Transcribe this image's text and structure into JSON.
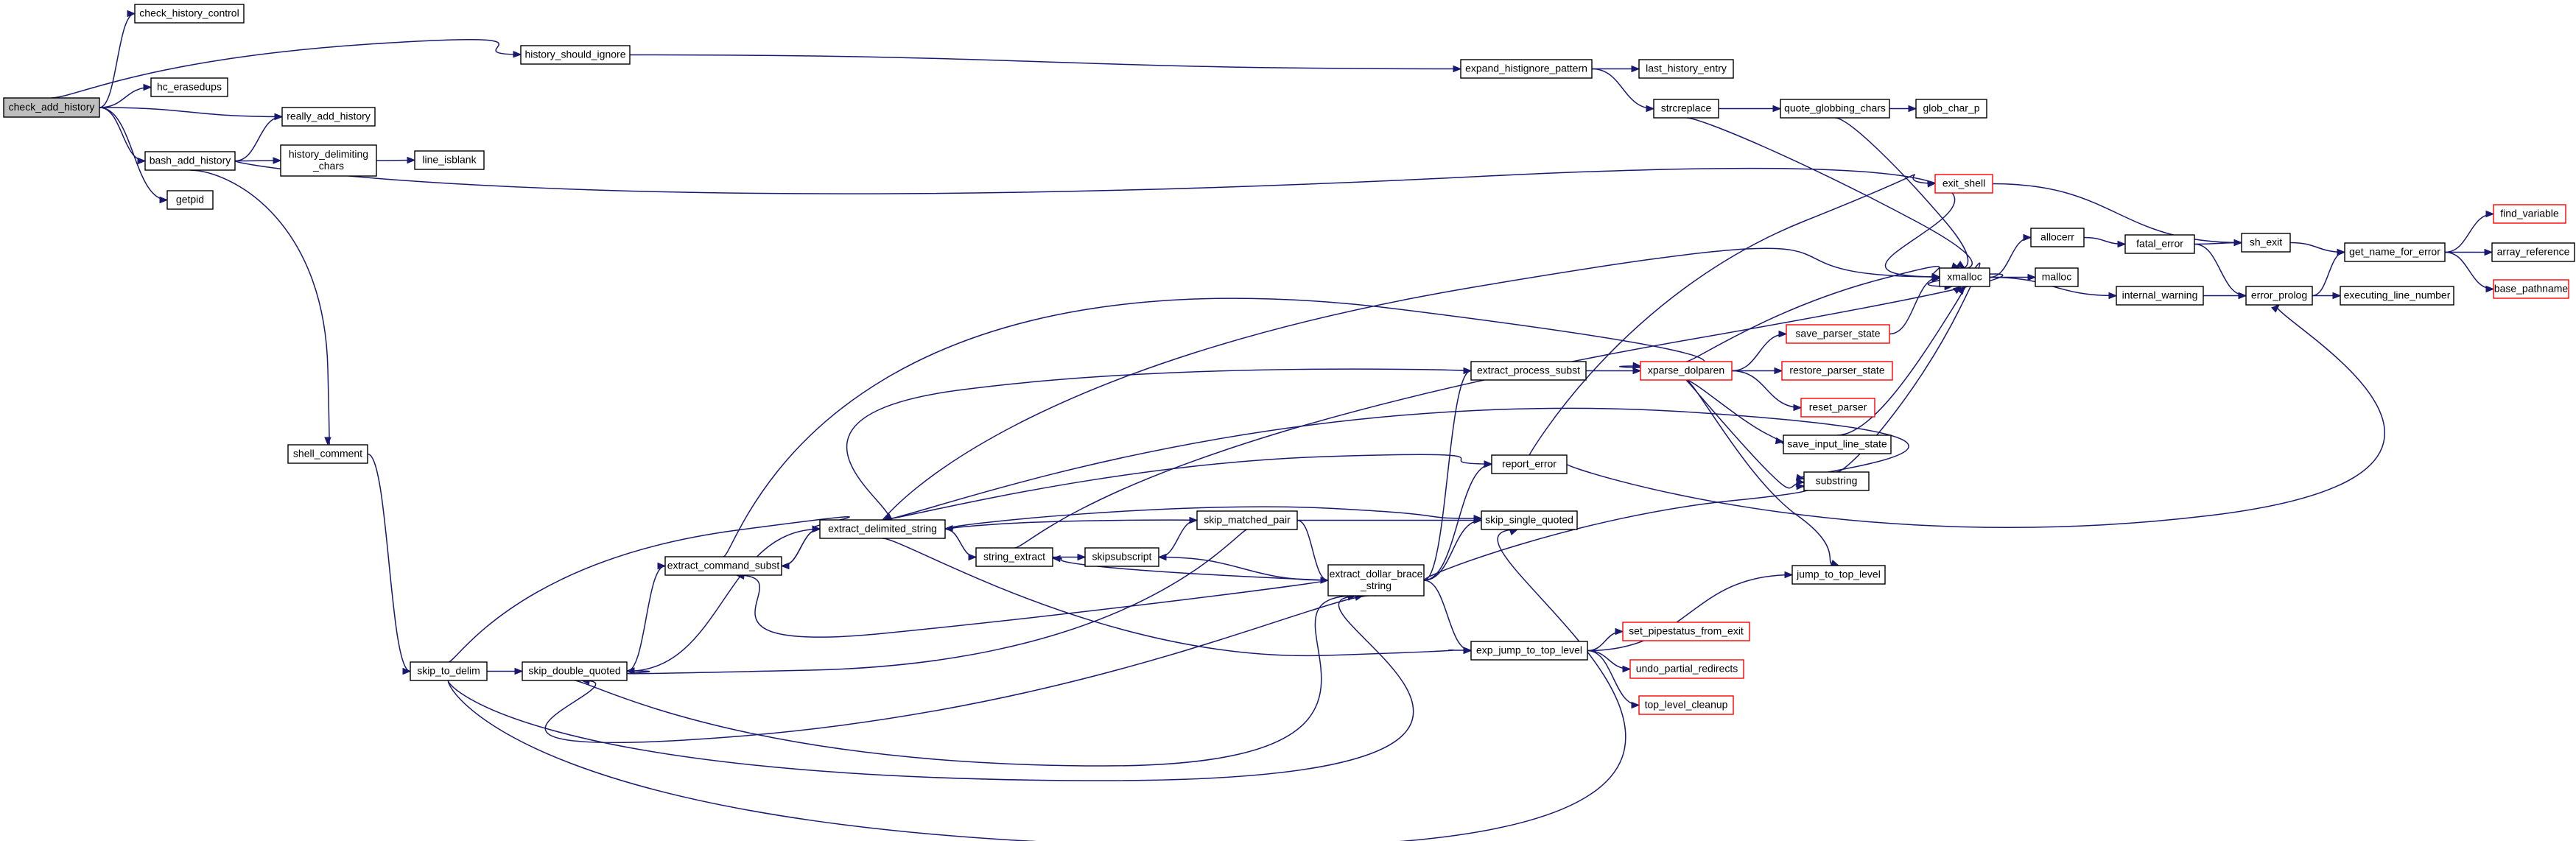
{
  "diagram": {
    "title": "",
    "colors": {
      "edge": "#191970",
      "root_fill": "#bfbfbf",
      "node_border": "#000000",
      "truncated_border": "#ff0000"
    },
    "nodes": [
      {
        "id": "check_add_history",
        "lines": [
          "check_add_history"
        ],
        "root": true
      },
      {
        "id": "check_history_control",
        "lines": [
          "check_history_control"
        ]
      },
      {
        "id": "hc_erasedups",
        "lines": [
          "hc_erasedups"
        ]
      },
      {
        "id": "really_add_history",
        "lines": [
          "really_add_history"
        ]
      },
      {
        "id": "bash_add_history",
        "lines": [
          "bash_add_history"
        ]
      },
      {
        "id": "getpid",
        "lines": [
          "getpid"
        ]
      },
      {
        "id": "history_should_ignore",
        "lines": [
          "history_should_ignore"
        ]
      },
      {
        "id": "history_delimiting_chars",
        "lines": [
          "history_delimiting",
          "_chars"
        ]
      },
      {
        "id": "line_isblank",
        "lines": [
          "line_isblank"
        ]
      },
      {
        "id": "shell_comment",
        "lines": [
          "shell_comment"
        ]
      },
      {
        "id": "skip_to_delim",
        "lines": [
          "skip_to_delim"
        ]
      },
      {
        "id": "skip_double_quoted",
        "lines": [
          "skip_double_quoted"
        ]
      },
      {
        "id": "extract_command_subst",
        "lines": [
          "extract_command_subst"
        ]
      },
      {
        "id": "extract_delimited_string",
        "lines": [
          "extract_delimited_string"
        ]
      },
      {
        "id": "string_extract",
        "lines": [
          "string_extract"
        ]
      },
      {
        "id": "skipsubscript",
        "lines": [
          "skipsubscript"
        ]
      },
      {
        "id": "skip_matched_pair",
        "lines": [
          "skip_matched_pair"
        ]
      },
      {
        "id": "extract_dollar_brace_string",
        "lines": [
          "extract_dollar_brace",
          "_string"
        ]
      },
      {
        "id": "extract_process_subst",
        "lines": [
          "extract_process_subst"
        ]
      },
      {
        "id": "report_error",
        "lines": [
          "report_error"
        ]
      },
      {
        "id": "skip_single_quoted",
        "lines": [
          "skip_single_quoted"
        ]
      },
      {
        "id": "exp_jump_to_top_level",
        "lines": [
          "exp_jump_to_top_level"
        ]
      },
      {
        "id": "expand_histignore_pattern",
        "lines": [
          "expand_histignore_pattern"
        ]
      },
      {
        "id": "last_history_entry",
        "lines": [
          "last_history_entry"
        ]
      },
      {
        "id": "strcreplace",
        "lines": [
          "strcreplace"
        ]
      },
      {
        "id": "quote_globbing_chars",
        "lines": [
          "quote_globbing_chars"
        ]
      },
      {
        "id": "glob_char_p",
        "lines": [
          "glob_char_p"
        ]
      },
      {
        "id": "xparse_dolparen",
        "lines": [
          "xparse_dolparen"
        ],
        "truncated": true
      },
      {
        "id": "save_parser_state",
        "lines": [
          "save_parser_state"
        ],
        "truncated": true
      },
      {
        "id": "restore_parser_state",
        "lines": [
          "restore_parser_state"
        ],
        "truncated": true
      },
      {
        "id": "reset_parser",
        "lines": [
          "reset_parser"
        ],
        "truncated": true
      },
      {
        "id": "save_input_line_state",
        "lines": [
          "save_input_line_state"
        ]
      },
      {
        "id": "substring",
        "lines": [
          "substring"
        ]
      },
      {
        "id": "jump_to_top_level",
        "lines": [
          "jump_to_top_level"
        ]
      },
      {
        "id": "set_pipestatus_from_exit",
        "lines": [
          "set_pipestatus_from_exit"
        ],
        "truncated": true
      },
      {
        "id": "undo_partial_redirects",
        "lines": [
          "undo_partial_redirects"
        ],
        "truncated": true
      },
      {
        "id": "top_level_cleanup",
        "lines": [
          "top_level_cleanup"
        ],
        "truncated": true
      },
      {
        "id": "exit_shell",
        "lines": [
          "exit_shell"
        ],
        "truncated": true
      },
      {
        "id": "xmalloc",
        "lines": [
          "xmalloc"
        ]
      },
      {
        "id": "allocerr",
        "lines": [
          "allocerr"
        ]
      },
      {
        "id": "malloc",
        "lines": [
          "malloc"
        ]
      },
      {
        "id": "internal_warning",
        "lines": [
          "internal_warning"
        ]
      },
      {
        "id": "fatal_error",
        "lines": [
          "fatal_error"
        ]
      },
      {
        "id": "sh_exit",
        "lines": [
          "sh_exit"
        ]
      },
      {
        "id": "error_prolog",
        "lines": [
          "error_prolog"
        ]
      },
      {
        "id": "get_name_for_error",
        "lines": [
          "get_name_for_error"
        ]
      },
      {
        "id": "executing_line_number",
        "lines": [
          "executing_line_number"
        ]
      },
      {
        "id": "find_variable",
        "lines": [
          "find_variable"
        ],
        "truncated": true
      },
      {
        "id": "array_reference",
        "lines": [
          "array_reference"
        ]
      },
      {
        "id": "base_pathname",
        "lines": [
          "base_pathname"
        ],
        "truncated": true
      }
    ],
    "edges": [
      [
        "check_add_history",
        "check_history_control"
      ],
      [
        "check_add_history",
        "hc_erasedups"
      ],
      [
        "check_add_history",
        "history_should_ignore"
      ],
      [
        "check_add_history",
        "really_add_history"
      ],
      [
        "check_add_history",
        "bash_add_history"
      ],
      [
        "check_add_history",
        "getpid"
      ],
      [
        "bash_add_history",
        "really_add_history"
      ],
      [
        "bash_add_history",
        "history_delimiting_chars"
      ],
      [
        "bash_add_history",
        "xmalloc"
      ],
      [
        "bash_add_history",
        "shell_comment"
      ],
      [
        "history_delimiting_chars",
        "line_isblank"
      ],
      [
        "history_should_ignore",
        "expand_histignore_pattern"
      ],
      [
        "expand_histignore_pattern",
        "last_history_entry"
      ],
      [
        "expand_histignore_pattern",
        "strcreplace"
      ],
      [
        "strcreplace",
        "quote_globbing_chars"
      ],
      [
        "strcreplace",
        "xmalloc"
      ],
      [
        "quote_globbing_chars",
        "glob_char_p"
      ],
      [
        "quote_globbing_chars",
        "xmalloc"
      ],
      [
        "shell_comment",
        "skip_to_delim"
      ],
      [
        "skip_to_delim",
        "skip_double_quoted"
      ],
      [
        "skip_to_delim",
        "extract_delimited_string"
      ],
      [
        "skip_to_delim",
        "extract_dollar_brace_string"
      ],
      [
        "skip_to_delim",
        "skip_single_quoted"
      ],
      [
        "skip_double_quoted",
        "extract_command_subst"
      ],
      [
        "skip_double_quoted",
        "extract_delimited_string"
      ],
      [
        "skip_double_quoted",
        "extract_dollar_brace_string"
      ],
      [
        "extract_command_subst",
        "extract_delimited_string"
      ],
      [
        "extract_command_subst",
        "xparse_dolparen"
      ],
      [
        "extract_delimited_string",
        "extract_command_subst"
      ],
      [
        "extract_delimited_string",
        "string_extract"
      ],
      [
        "extract_delimited_string",
        "skip_single_quoted"
      ],
      [
        "extract_delimited_string",
        "report_error"
      ],
      [
        "extract_delimited_string",
        "exp_jump_to_top_level"
      ],
      [
        "extract_delimited_string",
        "xmalloc"
      ],
      [
        "extract_delimited_string",
        "substring"
      ],
      [
        "string_extract",
        "skipsubscript"
      ],
      [
        "string_extract",
        "xmalloc"
      ],
      [
        "skipsubscript",
        "skip_matched_pair"
      ],
      [
        "skip_matched_pair",
        "extract_delimited_string"
      ],
      [
        "skip_matched_pair",
        "skip_double_quoted"
      ],
      [
        "skip_matched_pair",
        "skip_single_quoted"
      ],
      [
        "skip_matched_pair",
        "extract_dollar_brace_string"
      ],
      [
        "extract_dollar_brace_string",
        "skip_double_quoted"
      ],
      [
        "extract_dollar_brace_string",
        "extract_command_subst"
      ],
      [
        "extract_dollar_brace_string",
        "string_extract"
      ],
      [
        "extract_dollar_brace_string",
        "skipsubscript"
      ],
      [
        "extract_dollar_brace_string",
        "skip_single_quoted"
      ],
      [
        "extract_dollar_brace_string",
        "report_error"
      ],
      [
        "extract_dollar_brace_string",
        "extract_process_subst"
      ],
      [
        "extract_dollar_brace_string",
        "exp_jump_to_top_level"
      ],
      [
        "extract_dollar_brace_string",
        "substring"
      ],
      [
        "extract_process_subst",
        "extract_delimited_string"
      ],
      [
        "extract_process_subst",
        "xparse_dolparen"
      ],
      [
        "xparse_dolparen",
        "xmalloc"
      ],
      [
        "xparse_dolparen",
        "save_parser_state"
      ],
      [
        "xparse_dolparen",
        "restore_parser_state"
      ],
      [
        "xparse_dolparen",
        "reset_parser"
      ],
      [
        "xparse_dolparen",
        "save_input_line_state"
      ],
      [
        "xparse_dolparen",
        "substring"
      ],
      [
        "xparse_dolparen",
        "jump_to_top_level"
      ],
      [
        "save_parser_state",
        "xmalloc"
      ],
      [
        "save_input_line_state",
        "xmalloc"
      ],
      [
        "substring",
        "xmalloc"
      ],
      [
        "report_error",
        "exit_shell"
      ],
      [
        "report_error",
        "error_prolog"
      ],
      [
        "exp_jump_to_top_level",
        "jump_to_top_level"
      ],
      [
        "exp_jump_to_top_level",
        "set_pipestatus_from_exit"
      ],
      [
        "exp_jump_to_top_level",
        "undo_partial_redirects"
      ],
      [
        "exp_jump_to_top_level",
        "top_level_cleanup"
      ],
      [
        "exit_shell",
        "sh_exit"
      ],
      [
        "xmalloc",
        "allocerr"
      ],
      [
        "xmalloc",
        "malloc"
      ],
      [
        "xmalloc",
        "internal_warning"
      ],
      [
        "allocerr",
        "fatal_error"
      ],
      [
        "fatal_error",
        "sh_exit"
      ],
      [
        "fatal_error",
        "error_prolog"
      ],
      [
        "internal_warning",
        "error_prolog"
      ],
      [
        "sh_exit",
        "get_name_for_error"
      ],
      [
        "error_prolog",
        "get_name_for_error"
      ],
      [
        "error_prolog",
        "executing_line_number"
      ],
      [
        "get_name_for_error",
        "find_variable"
      ],
      [
        "get_name_for_error",
        "array_reference"
      ],
      [
        "get_name_for_error",
        "base_pathname"
      ]
    ]
  }
}
